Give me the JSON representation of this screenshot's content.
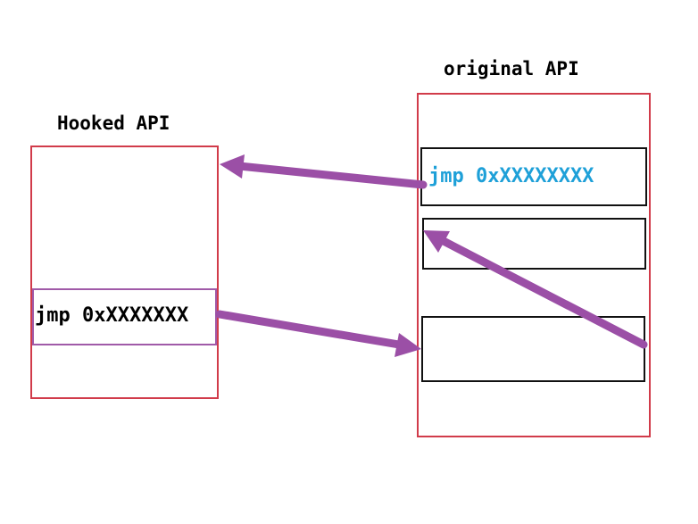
{
  "colors": {
    "panel_border": "#d13b4a",
    "slot_border": "#111111",
    "hooked_slot_border": "#a05aa8",
    "arrow": "#9b4fa6",
    "original_code_text": "#1ea0d8",
    "hooked_code_text": "#000000"
  },
  "hooked_api": {
    "title": "Hooked API",
    "code": "jmp 0xXXXXXXX"
  },
  "original_api": {
    "title": "original API",
    "code": "jmp 0xXXXXXXXX"
  }
}
